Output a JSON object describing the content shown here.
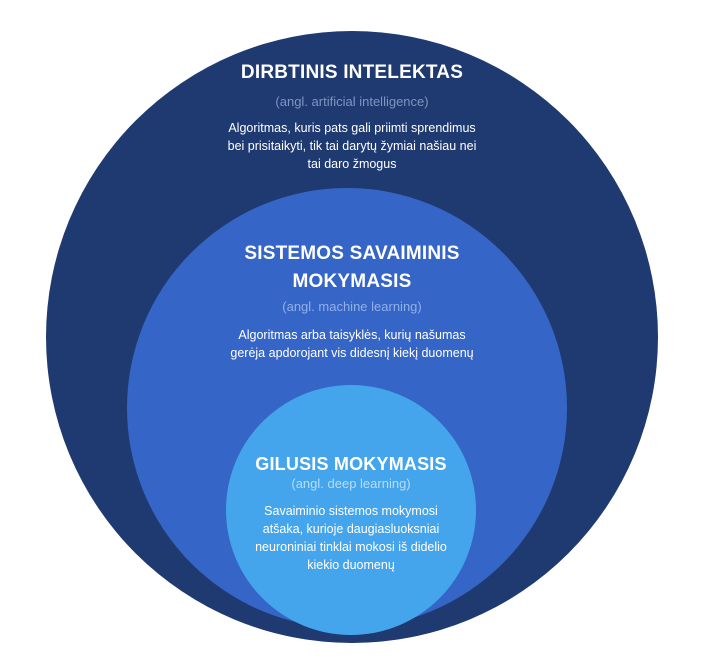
{
  "artificial_intelligence": {
    "title": "DIRBTINIS INTELEKTAS",
    "subtitle": "(angl. artificial intelligence)",
    "description_lines": [
      "Algoritmas, kuris pats gali priimti sprendimus",
      "bei prisitaikyti, tik tai darytų žymiai našiau nei",
      "tai daro žmogus"
    ],
    "color": "#1f3a70"
  },
  "machine_learning": {
    "title_lines": [
      "SISTEMOS SAVAIMINIS",
      "MOKYMASIS"
    ],
    "subtitle": "(angl. machine learning)",
    "description_lines": [
      "Algoritmas arba taisyklės, kurių našumas",
      "gerėja apdorojant vis didesnį kiekį duomenų"
    ],
    "color": "#3565c6"
  },
  "deep_learning": {
    "title": "GILUSIS MOKYMASIS",
    "subtitle": "(angl. deep learning)",
    "description_lines": [
      "Savaiminio sistemos mokymosi",
      "atšaka, kurioje daugiasluoksniai",
      "neuroniniai tinklai mokosi iš didelio",
      "kiekio duomenų"
    ],
    "color": "#44a5ec"
  }
}
